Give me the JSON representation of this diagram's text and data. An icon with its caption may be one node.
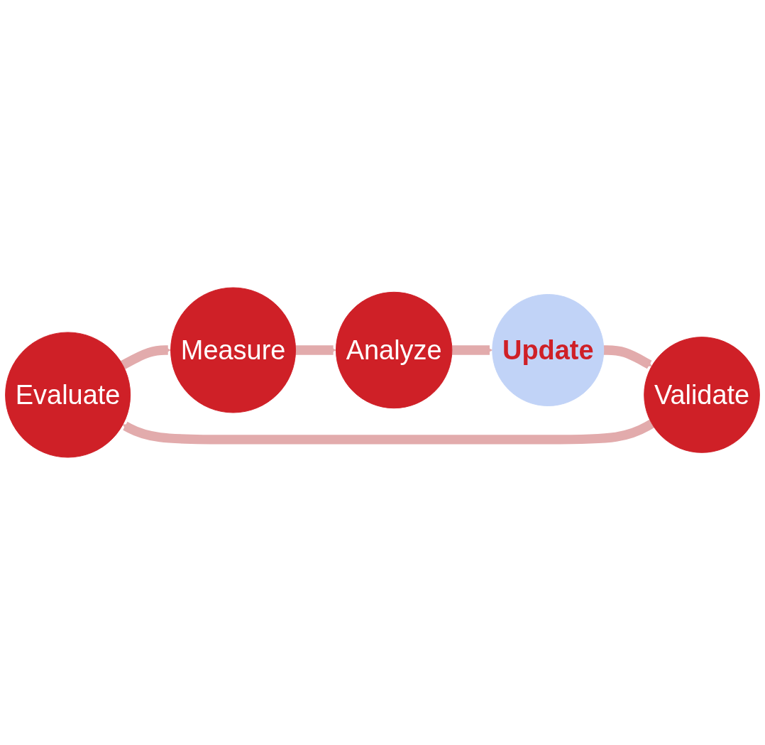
{
  "diagram": {
    "nodes": [
      {
        "text": [
          "Evaluate"
        ]
      },
      {
        "text": [
          "Measure"
        ]
      },
      {
        "text": [
          "Analyze"
        ]
      },
      {
        "text": [
          "Update"
        ]
      },
      {
        "text": [
          "Validate"
        ]
      }
    ],
    "edges": [
      {
        "from": 0,
        "to": 1,
        "arrow": "to"
      },
      {
        "from": 1,
        "to": 2,
        "arrow": "to"
      },
      {
        "from": 2,
        "to": 3,
        "arrow": "to"
      },
      {
        "from": 3,
        "to": 4,
        "arrow": "to"
      },
      {
        "from": 4,
        "to": 0,
        "arrow": "to"
      }
    ]
  }
}
